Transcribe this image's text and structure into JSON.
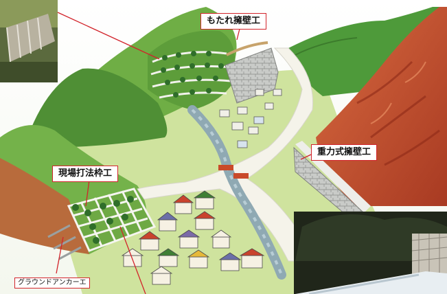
{
  "labels": {
    "leaning_wall": "もたれ擁壁工",
    "gravity_wall": "重力式擁壁工",
    "cast_in_place_frame": "現場打法枠工",
    "ground_anchor": "グラウンドアンカーエ"
  },
  "colors": {
    "callout_border": "#d2232a",
    "leader_line": "#d2232a",
    "hill_green": "#5f9c3c",
    "dark_green": "#2f6e2a",
    "valley_grass": "#cfe39e",
    "red_cliff": "#c24a2c",
    "river": "#8fa9b3",
    "road": "#f5f3ea",
    "concrete": "#cfd2d2"
  }
}
